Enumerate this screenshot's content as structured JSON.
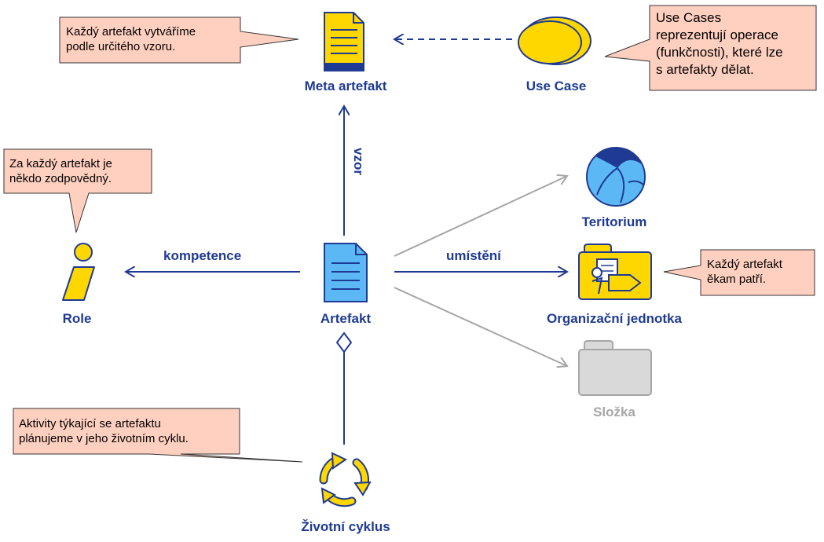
{
  "nodes": {
    "meta_artefakt": {
      "label": "Meta artefakt",
      "icon": "meta-artifact-document-icon"
    },
    "use_case": {
      "label": "Use Case",
      "icon": "use-case-ellipse-icon"
    },
    "role": {
      "label": "Role",
      "icon": "role-person-icon"
    },
    "artefakt": {
      "label": "Artefakt",
      "icon": "artifact-document-icon"
    },
    "teritorium": {
      "label": "Teritorium",
      "icon": "territory-globe-icon"
    },
    "organizacni_jednotka": {
      "label": "Organizační jednotka",
      "icon": "organization-unit-folder-icon"
    },
    "slozka": {
      "label": "Složka",
      "icon": "folder-icon"
    },
    "zivotni_cyklus": {
      "label": "Životní cyklus",
      "icon": "lifecycle-arrows-icon"
    }
  },
  "edges": {
    "vzor": {
      "label": "vzor"
    },
    "kompetence": {
      "label": "kompetence"
    },
    "umisteni": {
      "label": "umístění"
    }
  },
  "notes": {
    "meta": {
      "text": "Každý artefakt vytváříme\npodle určitého vzoru."
    },
    "usecase": {
      "text": "Use Cases\nreprezentují operace\n(funkčnosti), které lze\ns artefakty dělat."
    },
    "role": {
      "text": "Za každý artefakt je\nněkdo zodpovědný."
    },
    "org": {
      "text": "Každý artefakt\někam patří."
    },
    "lifecycle": {
      "text": "Aktivity týkající se artefaktu\nplánujeme v jeho životním cyklu."
    }
  },
  "colors": {
    "accent_blue": "#1f3a93",
    "yellow": "#ffd700",
    "light_blue": "#5bb8f5",
    "note_fill": "#ffd0c0",
    "gray": "#a6a6a6"
  }
}
